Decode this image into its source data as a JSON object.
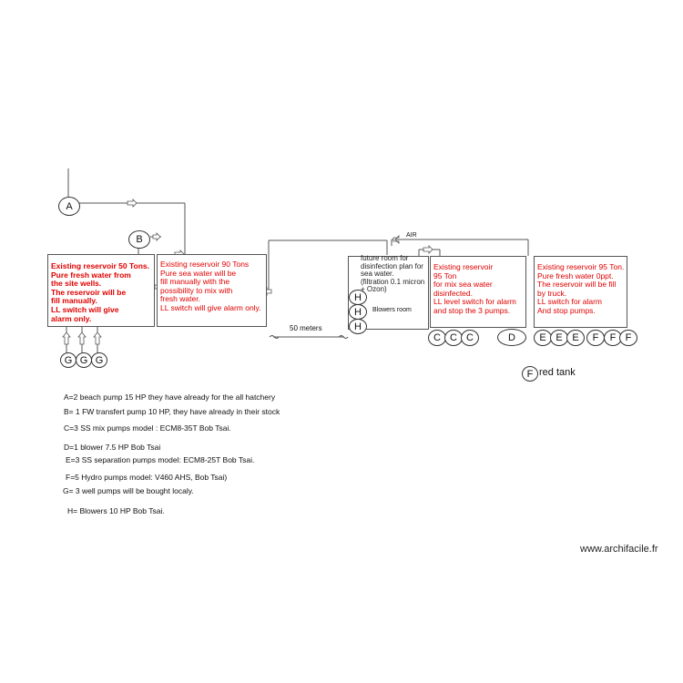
{
  "reservoirs": {
    "r50": "Existing reservoir 50 Tons.\nPure fresh water from\nthe site wells.\nThe reservoir will be\n fill manually.\nLL switch will give\nalarm only.",
    "r90": "Existing reservoir 90 Tons\nPure sea water will be\nfill manually with the\npossibility to mix with\nfresh water.\nLL switch will give alarm only.",
    "r95a": "Existing reservoir\n 95 Ton\n for mix sea water\n disinfected.\nLL level switch for alarm\nand stop the 3 pumps.",
    "r95b": "Existing reservoir 95 Ton.\n Pure fresh water 0ppt.\nThe reservoir will be fill\nby truck.\nLL switch for alarm\nAnd stop pumps."
  },
  "future_room": "future room for\ndisinfection plan  for\nsea water.\n(filtration 0.1 micron\n+ Ozon)",
  "blowers_room": "Blowers room",
  "labels": {
    "air": "AIR",
    "distance": "50 meters",
    "red_tank": "red tank",
    "watermark": "www.archifacile.fr"
  },
  "circles": {
    "A": "A",
    "B": "B",
    "C": "C",
    "D": "D",
    "E": "E",
    "F": "F",
    "G": "G",
    "H": "H"
  },
  "legend": [
    "A=2 beach pump 15 HP they have already for the all hatchery",
    "B= 1 FW transfert pump 10 HP, they have already in their stock",
    "C=3 SS mix pumps model : ECM8-35T Bob Tsai.",
    "D=1 blower 7.5 HP Bob Tsai",
    "E=3 SS separation pumps model: ECM8-25T Bob Tsai.",
    "F=5 Hydro pumps model: V460 AHS, Bob Tsai)",
    "G= 3 well pumps will be bought localy.",
    "H= Blowers 10 HP Bob Tsai."
  ],
  "colors": {
    "accent_red": "#e00000",
    "line": "#555555"
  }
}
